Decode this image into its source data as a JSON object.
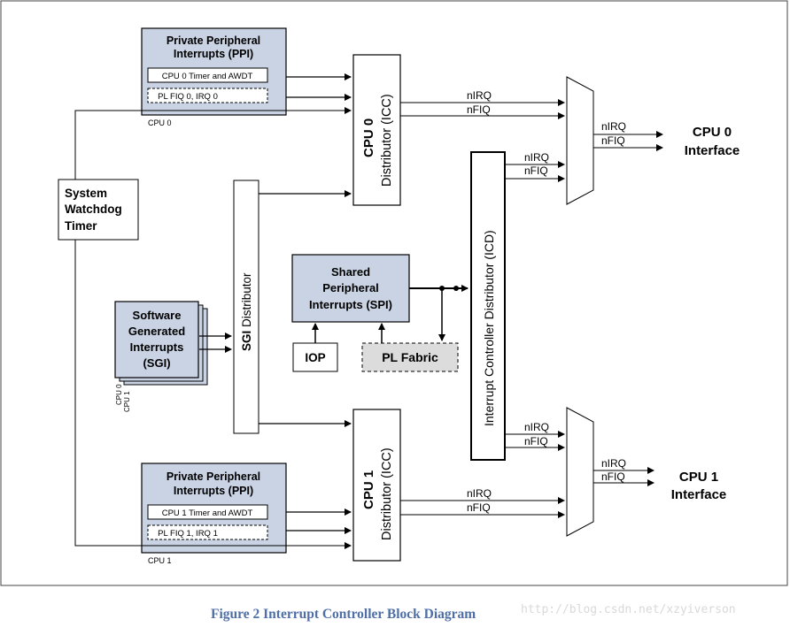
{
  "ppi_top": {
    "title_line1": "Private Peripheral",
    "title_line2": "Interrupts (PPI)",
    "timer": "CPU 0 Timer and AWDT",
    "pl": "PL FIQ 0, IRQ 0",
    "cpu_label": "CPU 0"
  },
  "ppi_bottom": {
    "title_line1": "Private Peripheral",
    "title_line2": "Interrupts (PPI)",
    "timer": "CPU 1 Timer and AWDT",
    "pl": "PL FIQ 1, IRQ 1",
    "cpu_label": "CPU 1"
  },
  "watchdog": {
    "line1": "System",
    "line2": "Watchdog",
    "line3": "Timer"
  },
  "sgi": {
    "line1": "Software",
    "line2": "Generated",
    "line3": "Interrupts",
    "line4": "(SGI)",
    "cpu0": "CPU 0",
    "cpu1": "CPU 1"
  },
  "sgi_distributor": {
    "bold": "SGI",
    "rest": " Distributor"
  },
  "spi": {
    "line1": "Shared",
    "line2": "Peripheral",
    "line3": "Interrupts (SPI)"
  },
  "iop": "IOP",
  "pl_fabric": "PL Fabric",
  "icd": "Interrupt Controller Distributor (ICD)",
  "cpu0_dist": {
    "bold": "CPU 0",
    "rest": "Distributor (ICC)"
  },
  "cpu1_dist": {
    "bold": "CPU 1",
    "rest": "Distributor (ICC)"
  },
  "signals": {
    "nirq": "nIRQ",
    "nfiq": "nFIQ"
  },
  "cpu0_interface": {
    "line1": "CPU 0",
    "line2": "Interface"
  },
  "cpu1_interface": {
    "line1": "CPU 1",
    "line2": "Interface"
  },
  "caption": "Figure 2 Interrupt Controller Block Diagram",
  "watermark": "http://blog.csdn.net/xzyiverson",
  "colors": {
    "block_fill": "#c9d3e3",
    "pl_fabric_fill": "#dcdcdc",
    "caption": "#4f6fa6"
  }
}
